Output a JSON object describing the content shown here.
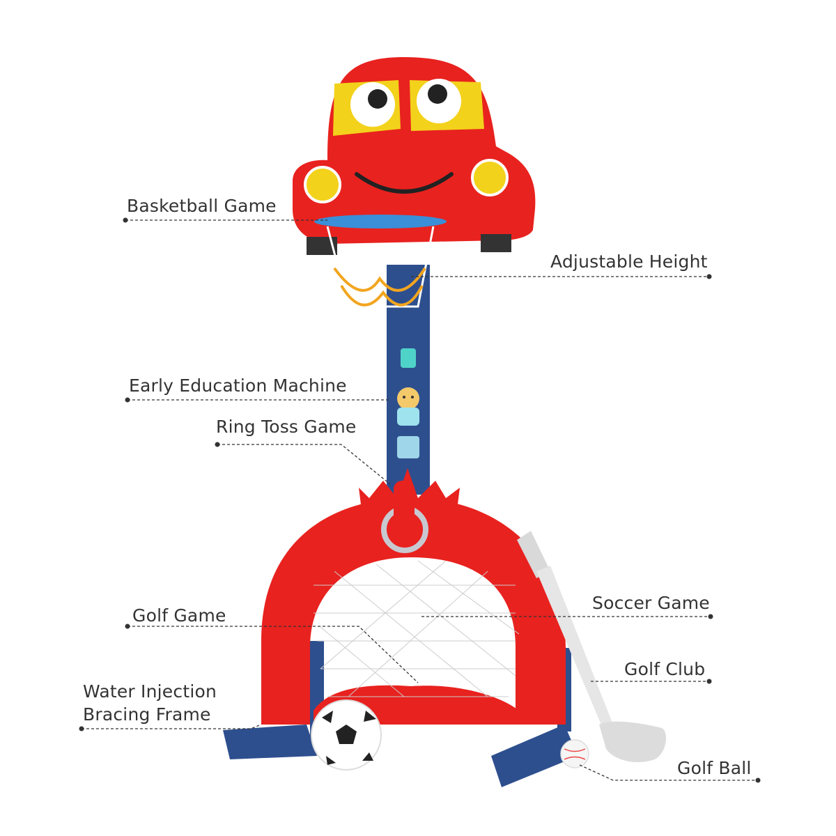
{
  "colors": {
    "body_red": "#e8221f",
    "pole_blue": "#2e4f8e",
    "eye_yellow": "#f3d21c",
    "rim_blue": "#3a8fd8",
    "net_orange": "#f2a51f",
    "text": "#333333",
    "club_gray": "#d9d9d9"
  },
  "labels": {
    "basketball": "Basketball Game",
    "adjustable": "Adjustable Height",
    "education": "Early Education Machine",
    "ring_toss": "Ring Toss Game",
    "golf_game": "Golf Game",
    "soccer": "Soccer Game",
    "golf_club": "Golf Club",
    "water_line1": "Water Injection",
    "water_line2": "Bracing Frame",
    "golf_ball": "Golf Ball"
  }
}
